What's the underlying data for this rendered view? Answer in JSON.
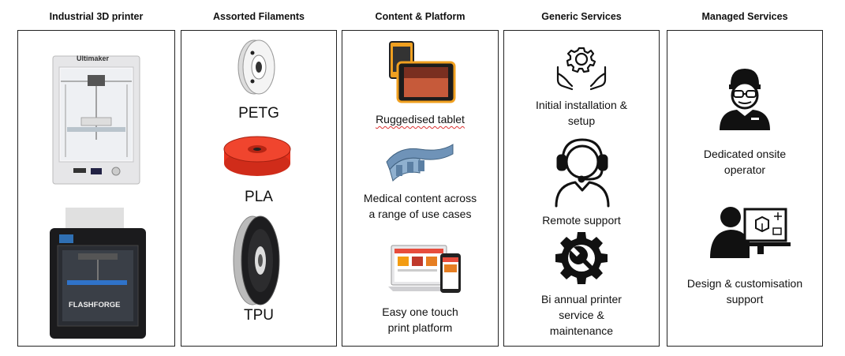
{
  "columns": [
    {
      "title": "Industrial 3D printer",
      "items": [
        {
          "icon": "ultimaker-printer-photo",
          "brand": "Ultimaker"
        },
        {
          "icon": "flashforge-printer-photo",
          "brand": "FLASHFORGE"
        }
      ]
    },
    {
      "title": "Assorted Filaments",
      "items": [
        {
          "label": "PETG",
          "icon": "white-filament-spool"
        },
        {
          "label": "PLA",
          "icon": "red-filament-spool"
        },
        {
          "label": "TPU",
          "icon": "black-filament-spool"
        }
      ]
    },
    {
      "title": "Content & Platform",
      "items": [
        {
          "label": "Ruggedised tablet",
          "icon": "rugged-tablet"
        },
        {
          "label": "Medical content across\na range of use cases",
          "icon": "medical-splint"
        },
        {
          "label": "Easy one touch\nprint platform",
          "icon": "laptop-phone"
        }
      ]
    },
    {
      "title": "Generic Services",
      "items": [
        {
          "label": "Initial installation &\nsetup",
          "icon": "gear-hands-icon"
        },
        {
          "label": "Remote support",
          "icon": "headset-icon"
        },
        {
          "label": "Bi annual printer\nservice &\nmaintenance",
          "icon": "gear-wrench-icon"
        }
      ]
    },
    {
      "title": "Managed Services",
      "items": [
        {
          "label": "Dedicated  onsite\noperator",
          "icon": "operator-icon"
        },
        {
          "label": "Design & customisation\nsupport",
          "icon": "designer-icon"
        }
      ]
    }
  ],
  "colors": {
    "border": "#222222",
    "spool_red": "#e8321e",
    "icon_dark": "#111111",
    "tablet_orange": "#f0a020"
  }
}
